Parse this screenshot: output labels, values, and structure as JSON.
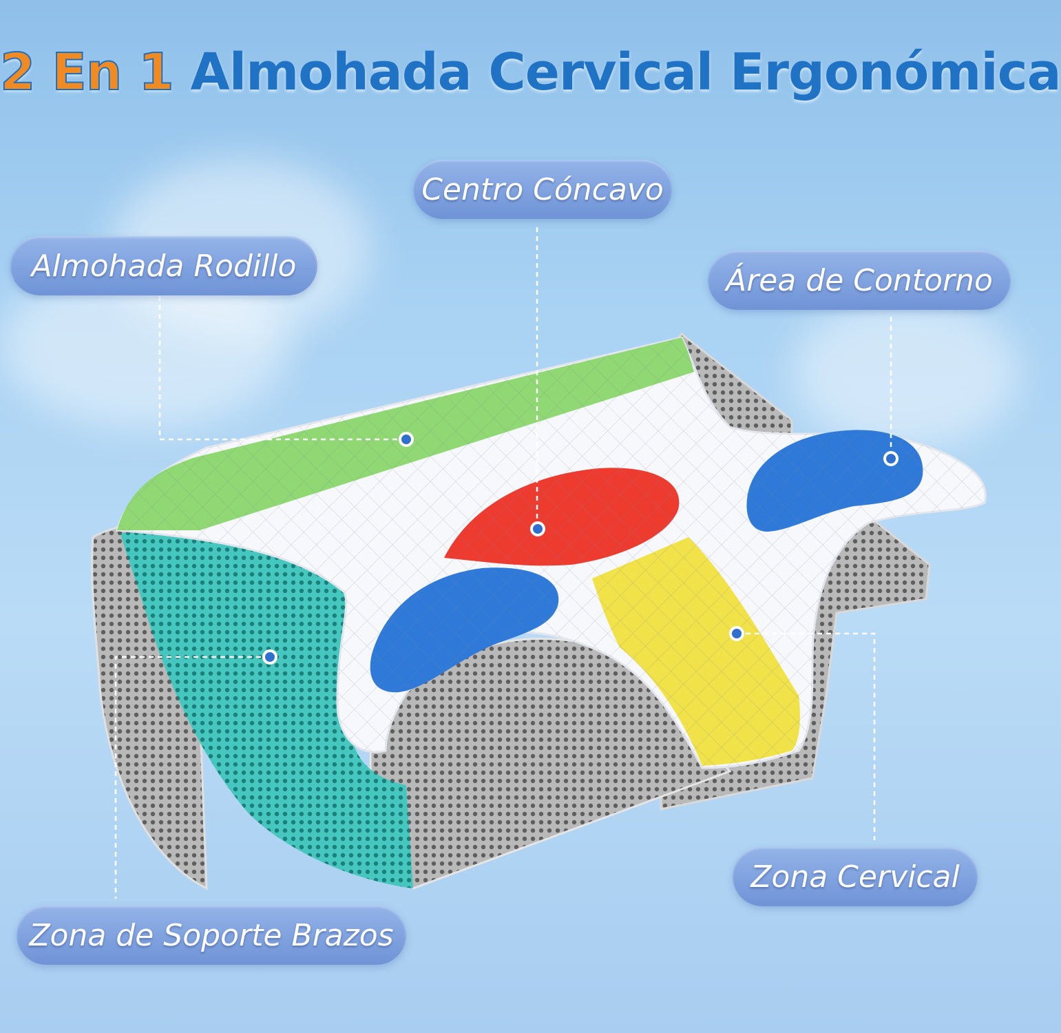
{
  "title": {
    "accent": "2 En 1",
    "main": "Almohada Cervical Ergonómica"
  },
  "labels": {
    "centro": "Centro Cóncavo",
    "rodillo": "Almohada Rodillo",
    "contorno": "Área de Contorno",
    "cervical": "Zona Cervical",
    "brazos": "Zona de Soporte Brazos"
  },
  "colors": {
    "title_blue": "#1f72c4",
    "title_orange": "#f08a22",
    "pill": "#7f9fdf",
    "zone_green": "#8fd873",
    "zone_red": "#ee3b30",
    "zone_blue": "#2f7ad8",
    "zone_yellow": "#f1e24a",
    "mesh_teal": "#2fb9b0",
    "mesh_gray": "#9a9a9a"
  }
}
